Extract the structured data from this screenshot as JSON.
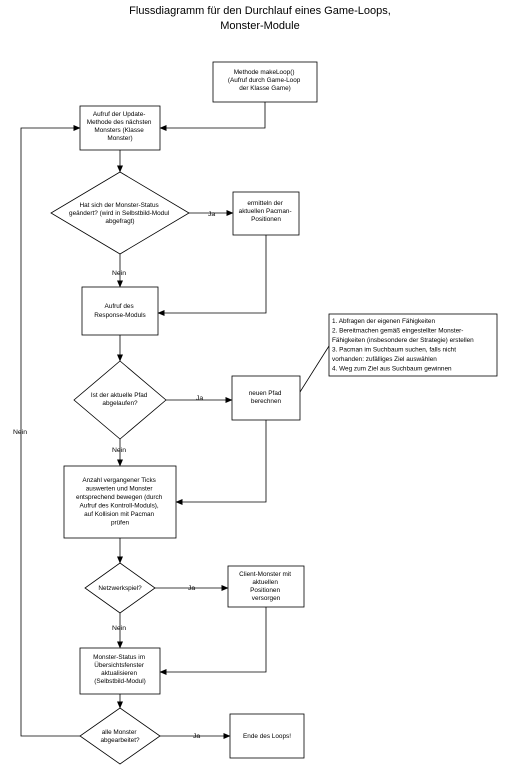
{
  "title": [
    "Flussdiagramm für den Durchlauf eines Game-Loops,",
    "Monster-Module"
  ],
  "nodes": {
    "start": [
      "Methode makeLoop()",
      "(Aufruf durch Game-Loop",
      "der Klasse Game)"
    ],
    "update": [
      "Aufruf der Update-",
      "Methode des nächsten",
      "Monsters (Klasse",
      "Monster)"
    ],
    "status_changed": [
      "Hat sich der Monster-Status",
      "geändert? (wird in Selbstbild-Modul",
      "abgefragt)"
    ],
    "pacman_pos": [
      "ermitteln der",
      "aktuellen Pacman-",
      "Positionen"
    ],
    "response": [
      "Aufruf des",
      "Response-Moduls"
    ],
    "path_expired": [
      "Ist der aktuelle Pfad",
      "abgelaufen?"
    ],
    "new_path": [
      "neuen Pfad",
      "berechnen"
    ],
    "ticks": [
      "Anzahl vergangener Ticks",
      "auswerten und Monster",
      "entsprechend bewegen (durch",
      "Aufruf des Kontroll-Moduls),",
      "auf Kollision mit Pacman",
      "prüfen"
    ],
    "network": [
      "Netzwerkspiel?"
    ],
    "client": [
      "Client-Monster mit",
      "aktuellen",
      "Positionen",
      "versorgen"
    ],
    "monster_status": [
      "Monster-Status im",
      "Übersichtsfenster",
      "aktualisieren",
      "(Selbstbild-Modul)"
    ],
    "all_done": [
      "alle Monster",
      "abgearbeitet?"
    ],
    "end": [
      "Ende des Loops!"
    ]
  },
  "note": [
    "1. Abfragen der eigenen Fähigkeiten",
    "2. Bereitmachen gemäß eingestellter Monster-",
    "Fähigkeiten (insbesondere der Strategie) erstellen",
    "3. Pacman im Suchbaum suchen, falls nicht",
    "vorhanden: zufälliges Ziel auswählen",
    "4. Weg zum Ziel aus Suchbaum gewinnen"
  ],
  "labels": {
    "ja": "Ja",
    "nein": "Nein"
  }
}
